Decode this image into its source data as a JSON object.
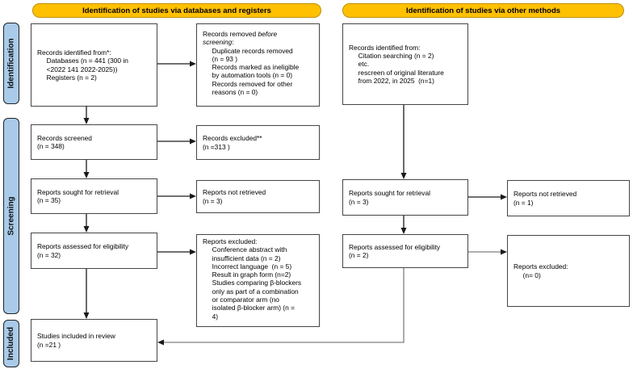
{
  "diagram_title": "PRISMA flow diagram",
  "colors": {
    "header_bg": "#FFC000",
    "header_border": "#BF9000",
    "stage_tab_bg": "#A9CBE9",
    "box_border": "#454545",
    "arrow_black": "#1a1a1a",
    "arrow_gray": "#7f7f7f"
  },
  "headers": {
    "databases": "Identification of studies via databases and registers",
    "other": "Identification of studies via other methods"
  },
  "stages": {
    "identification": "Identification",
    "screening": "Screening",
    "included": "Included"
  },
  "boxes": {
    "records_identified_db": "Records identified from*:\n     Databases (n = 441 (300 in\n     <2022 141 2022-2025))\n     Registers (n = 2)",
    "records_removed": {
      "prefix": "Records removed ",
      "italic": "before\nscreening",
      "rest": ":\n     Duplicate records removed\n     (n = 93 )\n     Records marked as ineligible\n     by automation tools (n = 0)\n     Records removed for other\n     reasons (n = 0)"
    },
    "records_screened": "Records screened\n(n = 348)",
    "records_excluded": "Records excluded**\n(n =313 )",
    "reports_sought_db": "Reports sought for retrieval\n(n = 35)",
    "reports_not_retrieved_db": "Reports not retrieved\n(n = 3)",
    "reports_assessed_db": "Reports assessed for eligibility\n(n = 32)",
    "reports_excluded_db": "Reports excluded:\n     Conference abstract with\n     insufficient data (n = 2)\n     Incorrect language  (n = 5)\n     Result in graph form (n=2)\n     Studies comparing β-blockers\n     only as part of a combination\n     or comparator arm (no\n     isolated β-blocker arm) (n =\n     4)",
    "studies_included": "Studies included in review\n(n =21 )",
    "records_identified_other": "Records identified from:\n     Citation searching (n = 2)\n     etc.\n     rescreen of original literature\n     from 2022, in 2025  (n=1)",
    "reports_sought_other": "Reports sought for retrieval\n(n = 3)",
    "reports_not_retrieved_other": "Reports not retrieved\n(n = 1)",
    "reports_assessed_other": "Reports assessed for eligibility\n(n = 2)",
    "reports_excluded_other": "Reports excluded:\n     (n= 0)"
  }
}
